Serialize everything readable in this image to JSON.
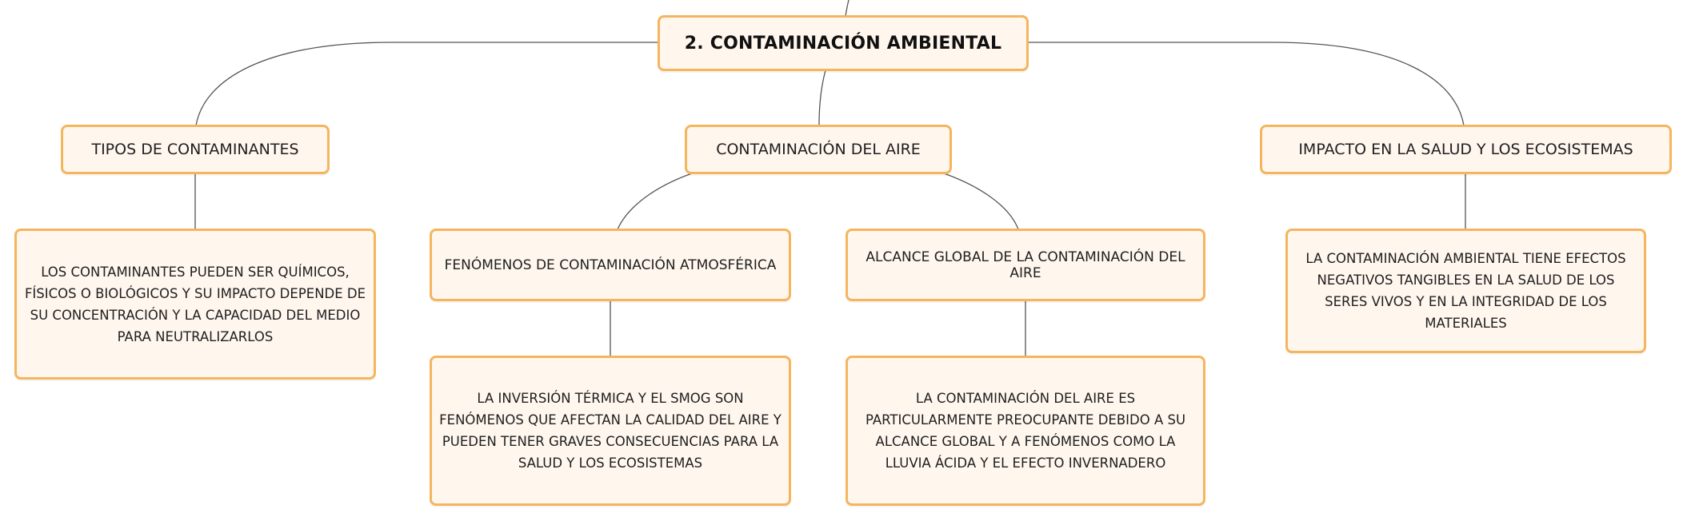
{
  "diagram": {
    "root": {
      "label": "2. CONTAMINACIÓN AMBIENTAL"
    },
    "tipos": {
      "label": "TIPOS DE CONTAMINANTES",
      "detail": "LOS CONTAMINANTES PUEDEN SER QUÍMICOS, FÍSICOS O BIOLÓGICOS Y SU IMPACTO DEPENDE DE SU CONCENTRACIÓN Y LA CAPACIDAD DEL MEDIO PARA NEUTRALIZARLOS"
    },
    "aire": {
      "label": "CONTAMINACIÓN DEL AIRE",
      "fenomenos": {
        "label": "FENÓMENOS DE CONTAMINACIÓN ATMOSFÉRICA",
        "detail": "LA INVERSIÓN TÉRMICA Y EL SMOG SON FENÓMENOS QUE AFECTAN LA CALIDAD DEL AIRE Y PUEDEN TENER GRAVES CONSECUENCIAS PARA LA SALUD Y LOS ECOSISTEMAS"
      },
      "alcance": {
        "label": "ALCANCE GLOBAL DE LA CONTAMINACIÓN DEL AIRE",
        "detail": "LA CONTAMINACIÓN DEL AIRE ES PARTICULARMENTE PREOCUPANTE DEBIDO A SU ALCANCE GLOBAL Y A FENÓMENOS COMO LA LLUVIA ÁCIDA Y EL EFECTO INVERNADERO"
      }
    },
    "impacto": {
      "label": "IMPACTO EN LA SALUD Y LOS ECOSISTEMAS",
      "detail": "LA CONTAMINACIÓN AMBIENTAL TIENE EFECTOS NEGATIVOS TANGIBLES EN LA SALUD DE LOS SERES VIVOS Y EN LA INTEGRIDAD DE LOS MATERIALES"
    }
  },
  "colors": {
    "node_fill": "#fff6ee",
    "node_border": "#f5b55e",
    "connector": "#555555",
    "text": "#1a1a1a"
  }
}
